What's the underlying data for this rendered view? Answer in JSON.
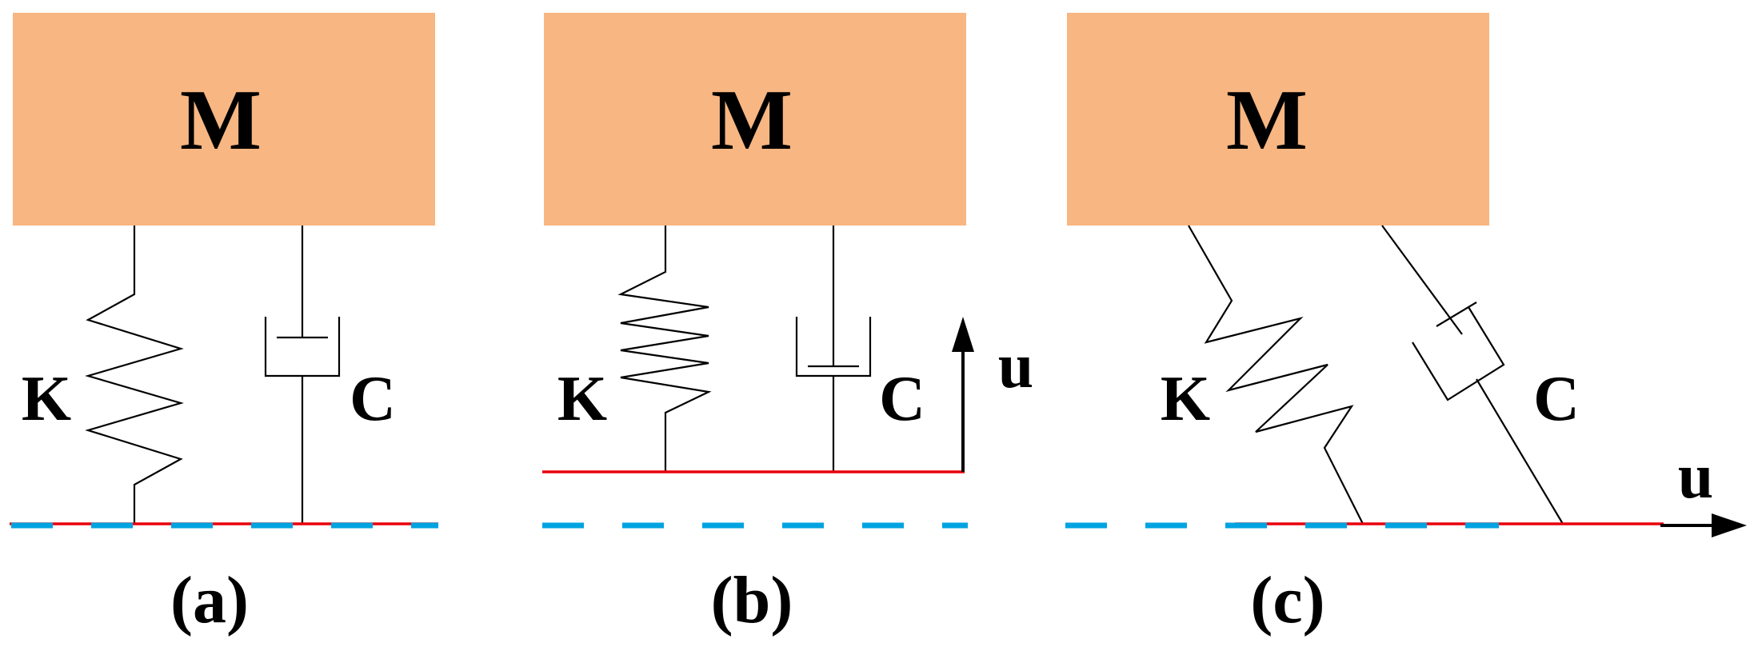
{
  "labels": {
    "mass": "M",
    "spring": "K",
    "damper": "C",
    "motion": "u"
  },
  "panels": [
    {
      "id": "a",
      "caption": "(a)"
    },
    {
      "id": "b",
      "caption": "(b)"
    },
    {
      "id": "c",
      "caption": "(c)"
    }
  ],
  "colors": {
    "mass_fill": "#F7B682",
    "support_line": "#E8000B",
    "reference_dashed": "#00A3E0"
  }
}
